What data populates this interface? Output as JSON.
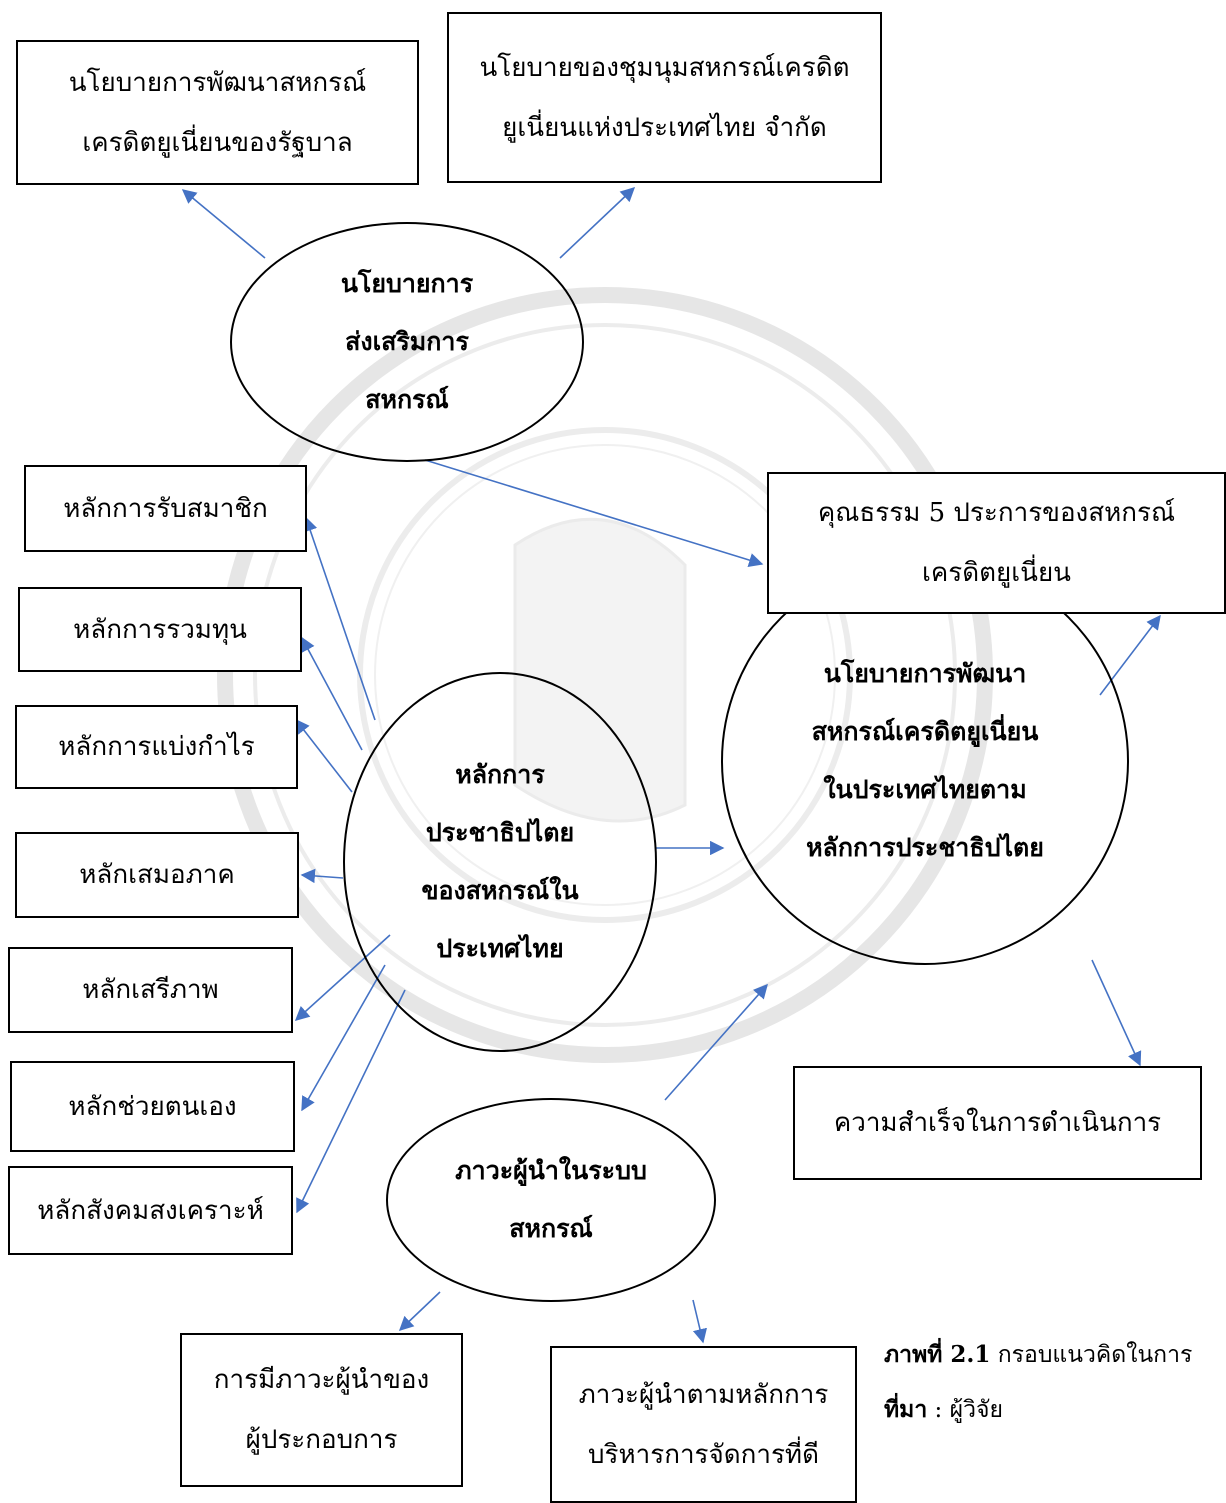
{
  "title_boxes": {
    "gov_policy": [
      "นโยบายการพัฒนาสหกรณ์",
      "เครดิตยูเนี่ยนของรัฐบาล"
    ],
    "league_policy": [
      "นโยบายของชุมนุมสหกรณ์เครดิต",
      "ยูเนี่ยนแห่งประเทศไทย จำกัด"
    ]
  },
  "circles": {
    "promotion": [
      "นโยบายการ",
      "ส่งเสริมการ",
      "สหกรณ์"
    ],
    "democracy": [
      "หลักการ",
      "ประชาธิปไตย",
      "ของสหกรณ์ใน",
      "ประเทศไทย"
    ],
    "development": [
      "นโยบายการพัฒนา",
      "สหกรณ์เครดิตยูเนี่ยน",
      "ในประเทศไทยตาม",
      "หลักการประชาธิปไตย"
    ],
    "leadership": [
      "ภาวะผู้นำในระบบ",
      "สหกรณ์"
    ]
  },
  "principles": [
    "หลักการรับสมาชิก",
    "หลักการรวมทุน",
    "หลักการแบ่งกำไร",
    "หลักเสมอภาค",
    "หลักเสรีภาพ",
    "หลักช่วยตนเอง",
    "หลักสังคมสงเคราะห์"
  ],
  "virtues_box": [
    "คุณธรรม 5 ประการของสหกรณ์",
    "เครดิตยูเนี่ยน"
  ],
  "success_box": "ความสำเร็จในการดำเนินการ",
  "leadership_outputs": {
    "operator": [
      "การมีภาวะผู้นำของ",
      "ผู้ประกอบการ"
    ],
    "governance": [
      "ภาวะผู้นำตามหลักการ",
      "บริหารการจัดการที่ดี"
    ]
  },
  "caption": {
    "figure_label": "ภาพที่ 2.1",
    "figure_text": " กรอบแนวคิดในการ",
    "source_label": "ที่มา",
    "source_text": " : ผู้วิจัย"
  },
  "colors": {
    "arrow": "#4472c4",
    "border": "#000000",
    "watermark": "#d9d9d9"
  }
}
